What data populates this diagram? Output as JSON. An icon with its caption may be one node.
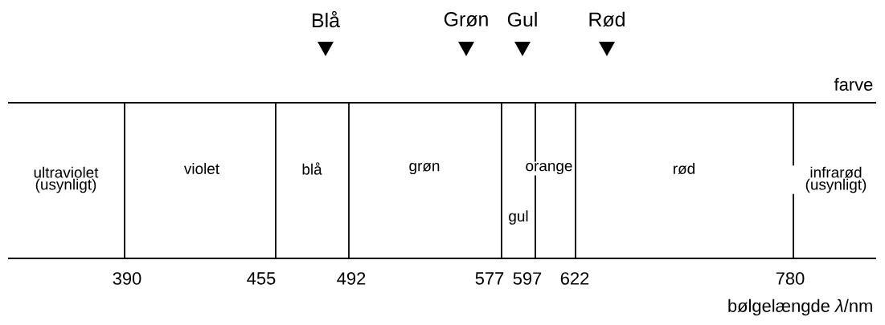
{
  "diagram": {
    "labels": [
      "Blå",
      "Grøn",
      "Gul",
      "Rød",
      "farve",
      "ultraviolet (usynligt)",
      "violet",
      "blå",
      "grøn",
      "orange",
      "rød",
      "infrarød (usynligt)",
      "gul",
      "390",
      "455",
      "492",
      "577",
      "597",
      "622",
      "780",
      "bølgelængde *λ*/nm"
    ]
  }
}
